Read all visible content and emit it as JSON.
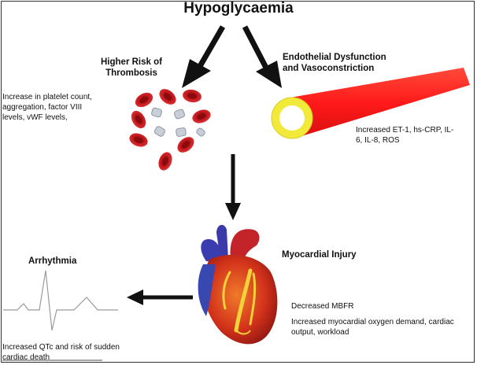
{
  "title": "Hypoglycaemia",
  "thrombosis": {
    "heading": [
      "Higher Risk of",
      "Thrombosis"
    ],
    "details": [
      "Increase in platelet count,",
      "aggregation, factor VIII",
      "levels, vWF levels,"
    ]
  },
  "endothelial": {
    "heading": [
      "Endothelial Dysfunction",
      "and Vasoconstriction"
    ],
    "markers": [
      "Increased ET-1, hs-CRP, IL-",
      "6, IL-8, ROS"
    ]
  },
  "myocardial": {
    "heading": "Myocardial Injury",
    "mbfr": "Decreased MBFR",
    "demand": [
      "Increased myocardial oxygen demand, cardiac",
      "output, workload"
    ]
  },
  "arrhythmia": {
    "heading": "Arrhythmia",
    "details": [
      "Increased QTc and risk of sudden",
      "cardiac death"
    ]
  },
  "colors": {
    "blood_cell": "#c0161c",
    "vessel_wall": "#ff1a1a",
    "vessel_ring": "#f2ea3a",
    "arrow": "#111111",
    "heart": "#d83a1a"
  }
}
